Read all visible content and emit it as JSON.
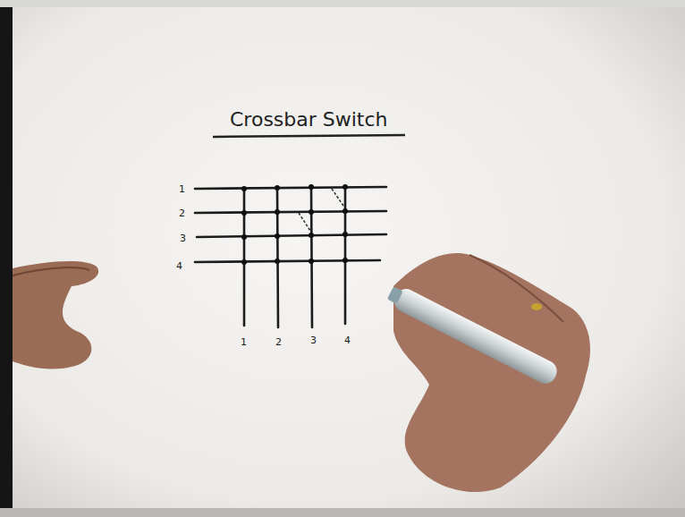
{
  "diagram": {
    "title": "Crossbar Switch",
    "labels": [
      "1",
      "2",
      "3",
      "4",
      "1",
      "2",
      "3",
      "4"
    ]
  }
}
